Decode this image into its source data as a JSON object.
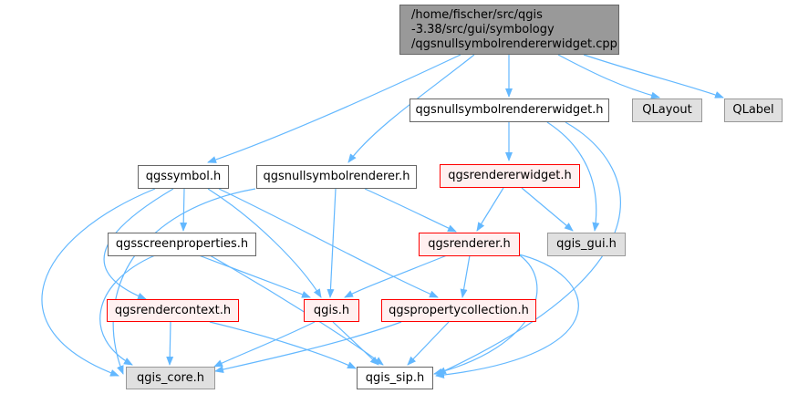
{
  "nodes": {
    "root": [
      "/home/fischer/src/qgis",
      "-3.38/src/gui/symbology",
      "/qgsnullsymbolrendererwidget.cpp"
    ],
    "widget_h": "qgsnullsymbolrendererwidget.h",
    "qlayout": "QLayout",
    "qlabel": "QLabel",
    "qgssymbol": "qgssymbol.h",
    "nullrenderer": "qgsnullsymbolrenderer.h",
    "rendererwidget": "qgsrendererwidget.h",
    "screenprops": "qgsscreenproperties.h",
    "renderer": "qgsrenderer.h",
    "gui": "qgis_gui.h",
    "rendercontext": "qgsrendercontext.h",
    "qgis": "qgis.h",
    "propcoll": "qgspropertycollection.h",
    "core": "qgis_core.h",
    "sip": "qgis_sip.h"
  },
  "colors": {
    "edge": "#63b8ff",
    "root_fill": "#999999",
    "red_border": "#ff0000",
    "red_fill": "#fff0f0",
    "ext_fill": "#e0e0e0"
  }
}
